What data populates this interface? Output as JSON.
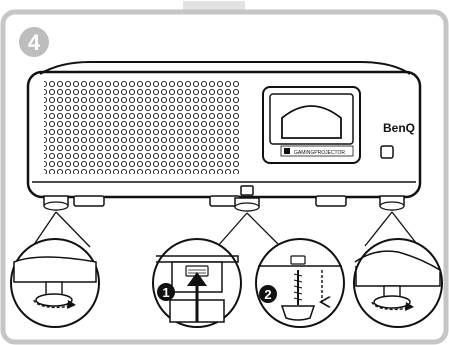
{
  "step": {
    "number": "4"
  },
  "projector": {
    "brand": "BenQ",
    "badge_text": "GAMINGPROJECTOR"
  },
  "callouts": {
    "marker_1": "1",
    "marker_2": "2"
  },
  "colors": {
    "frame": "#c6c6c6",
    "tab": "#e3e3e3",
    "badge_fill": "#bdbdbd",
    "ink": "#111111",
    "marker_fill": "#111111",
    "marker_text": "#ffffff",
    "background": "#ffffff"
  }
}
